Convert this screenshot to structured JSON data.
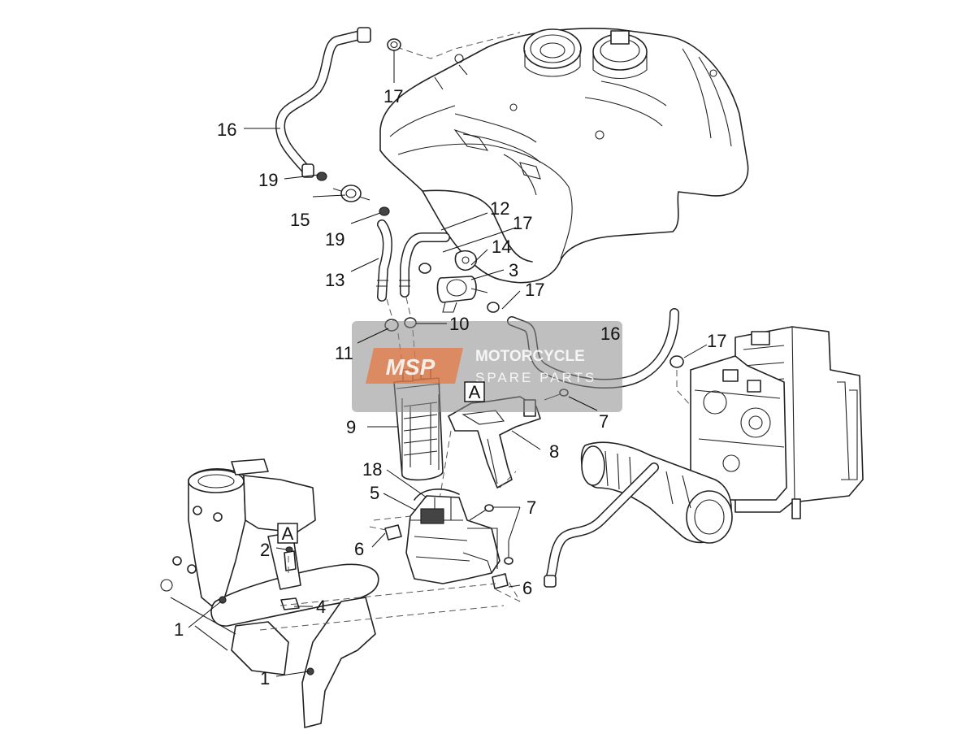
{
  "watermark": {
    "logo": "MSP",
    "line1": "MOTORCYCLE",
    "line2": "SPARE PARTS",
    "accent_color": "#e8743b"
  },
  "callouts": [
    {
      "id": "c16a",
      "text": "16"
    },
    {
      "id": "c17a",
      "text": "17"
    },
    {
      "id": "c19a",
      "text": "19"
    },
    {
      "id": "c15",
      "text": "15"
    },
    {
      "id": "c19b",
      "text": "19"
    },
    {
      "id": "c12",
      "text": "12"
    },
    {
      "id": "c17b",
      "text": "17"
    },
    {
      "id": "c14",
      "text": "14"
    },
    {
      "id": "c13",
      "text": "13"
    },
    {
      "id": "c3",
      "text": "3"
    },
    {
      "id": "c17c",
      "text": "17"
    },
    {
      "id": "c10",
      "text": "10"
    },
    {
      "id": "c11",
      "text": "11"
    },
    {
      "id": "c16b",
      "text": "16"
    },
    {
      "id": "c17d",
      "text": "17"
    },
    {
      "id": "c9",
      "text": "9"
    },
    {
      "id": "c7a",
      "text": "7"
    },
    {
      "id": "c8",
      "text": "8"
    },
    {
      "id": "c18",
      "text": "18"
    },
    {
      "id": "c5",
      "text": "5"
    },
    {
      "id": "c7b",
      "text": "7"
    },
    {
      "id": "c2",
      "text": "2"
    },
    {
      "id": "c6a",
      "text": "6"
    },
    {
      "id": "c6b",
      "text": "6"
    },
    {
      "id": "c4",
      "text": "4"
    },
    {
      "id": "c1a",
      "text": "1"
    },
    {
      "id": "c1b",
      "text": "1"
    }
  ],
  "reference_marks": [
    {
      "id": "ra1",
      "text": "A"
    },
    {
      "id": "ra2",
      "text": "A"
    }
  ]
}
